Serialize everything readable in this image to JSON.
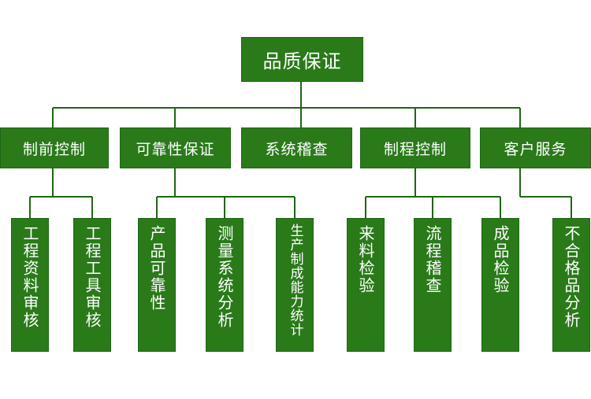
{
  "title": "品质保证",
  "branches": [
    {
      "label": "制前控制",
      "children": [
        "工程资料审核",
        "工程工具审核"
      ]
    },
    {
      "label": "可靠性保证",
      "children": [
        "产品可靠性",
        "测量系统分析",
        "生产制成能力统计"
      ]
    },
    {
      "label": "系统稽查",
      "children": []
    },
    {
      "label": "制程控制",
      "children": [
        "来料检验",
        "流程稽查",
        "成品检验"
      ]
    },
    {
      "label": "客户服务",
      "children": [
        "不合格品分析"
      ]
    }
  ],
  "colors": {
    "box_fill": "#2a7a1a",
    "box_text": "#ffffff",
    "connector": "#1f6614"
  }
}
